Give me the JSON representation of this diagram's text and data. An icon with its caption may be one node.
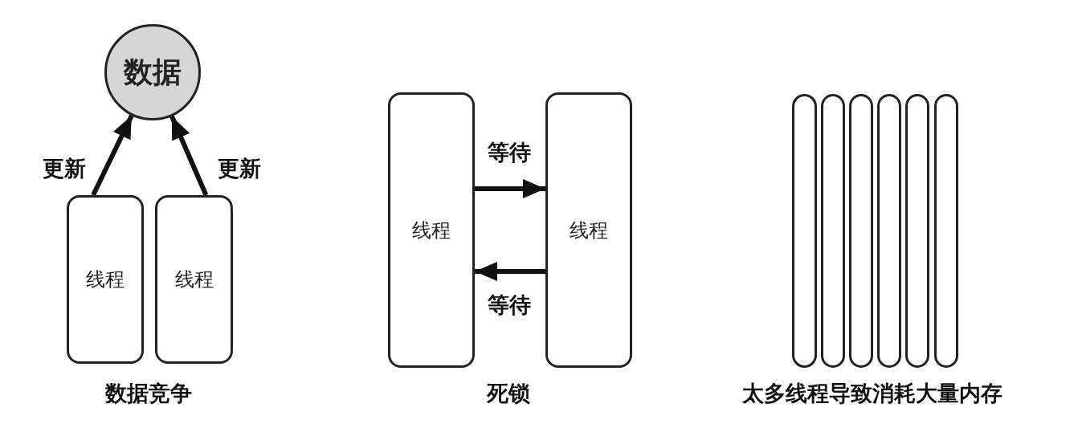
{
  "diagram": {
    "nodes": [
      {
        "text": [
          "数据"
        ]
      },
      {
        "text": [
          "线程"
        ]
      },
      {
        "text": [
          "线程"
        ]
      },
      {
        "text": [
          "线程"
        ]
      },
      {
        "text": [
          "线程"
        ]
      },
      {
        "text": [],
        "shape": "box"
      },
      {
        "text": [],
        "shape": "box"
      },
      {
        "text": [],
        "shape": "box"
      },
      {
        "text": [],
        "shape": "box"
      },
      {
        "text": [],
        "shape": "box"
      },
      {
        "text": [],
        "shape": "box"
      }
    ],
    "edges": [
      {
        "from": 1,
        "to": 0,
        "arrow": "to",
        "label": "更新"
      },
      {
        "from": 2,
        "to": 0,
        "arrow": "to",
        "label": "更新"
      },
      {
        "from": 3,
        "to": 4,
        "arrow": "to",
        "label": "等待"
      },
      {
        "from": 4,
        "to": 3,
        "arrow": "to",
        "label": "等待"
      }
    ],
    "labels": [
      "数据竞争",
      "死锁",
      "太多线程导致消耗大量内存"
    ]
  }
}
